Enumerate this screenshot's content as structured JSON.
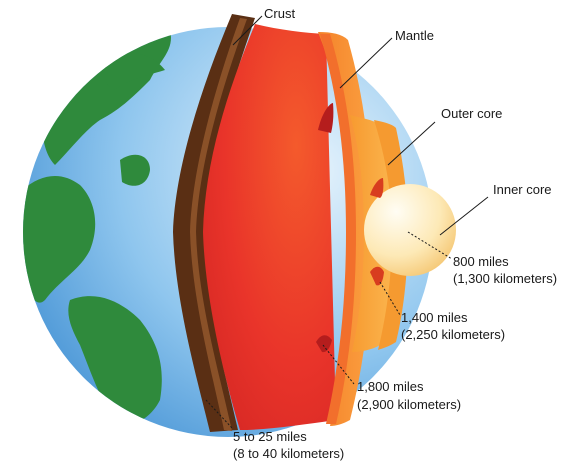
{
  "labels": {
    "crust": "Crust",
    "mantle": "Mantle",
    "outer_core": "Outer core",
    "inner_core": "Inner core"
  },
  "measurements": {
    "inner_core": {
      "miles": "800 miles",
      "km": "(1,300 kilometers)"
    },
    "outer_core": {
      "miles": "1,400 miles",
      "km": "(2,250 kilometers)"
    },
    "mantle": {
      "miles": "1,800 miles",
      "km": "(2,900 kilometers)"
    },
    "crust": {
      "miles": "5 to 25 miles",
      "km": "(8 to 40 kilometers)"
    }
  },
  "colors": {
    "ocean": "#5aa6e0",
    "land": "#2f8a3c",
    "crust": "#5a2f14",
    "mantle": "#f0412a",
    "mantle_rim": "#f7902a",
    "outer_core": "#f7a838",
    "inner_core": "#fde6ae"
  }
}
